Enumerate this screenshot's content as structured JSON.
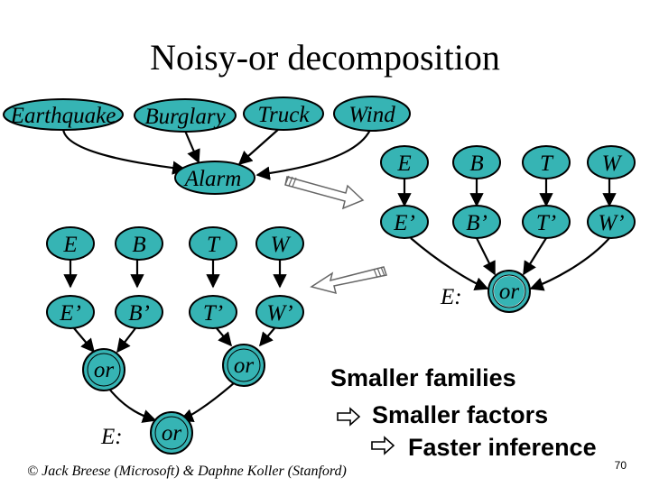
{
  "title": "Noisy-or decomposition",
  "top_nodes": {
    "earthquake": "Earthquake",
    "burglary": "Burglary",
    "truck": "Truck",
    "wind": "Wind",
    "alarm": "Alarm"
  },
  "right_network": {
    "parents": [
      "E",
      "B",
      "T",
      "W"
    ],
    "noisy": [
      "E’",
      "B’",
      "T’",
      "W’"
    ],
    "output_label": "E:",
    "or_label": "or"
  },
  "left_network": {
    "parents": [
      "E",
      "B",
      "T",
      "W"
    ],
    "noisy": [
      "E’",
      "B’",
      "T’",
      "W’"
    ],
    "or_left": "or",
    "or_right": "or",
    "output_label": "E:",
    "or_bottom": "or"
  },
  "bullets": {
    "line1": "Smaller families",
    "line2": "Smaller factors",
    "line3": "Faster inference"
  },
  "footer": "© Jack Breese (Microsoft) & Daphne Koller (Stanford)",
  "page_number": "70",
  "colors": {
    "node_fill": "#36b4b4",
    "background": "#ffffff"
  },
  "icons": {
    "bullet": "hollow-right-arrow-icon"
  }
}
